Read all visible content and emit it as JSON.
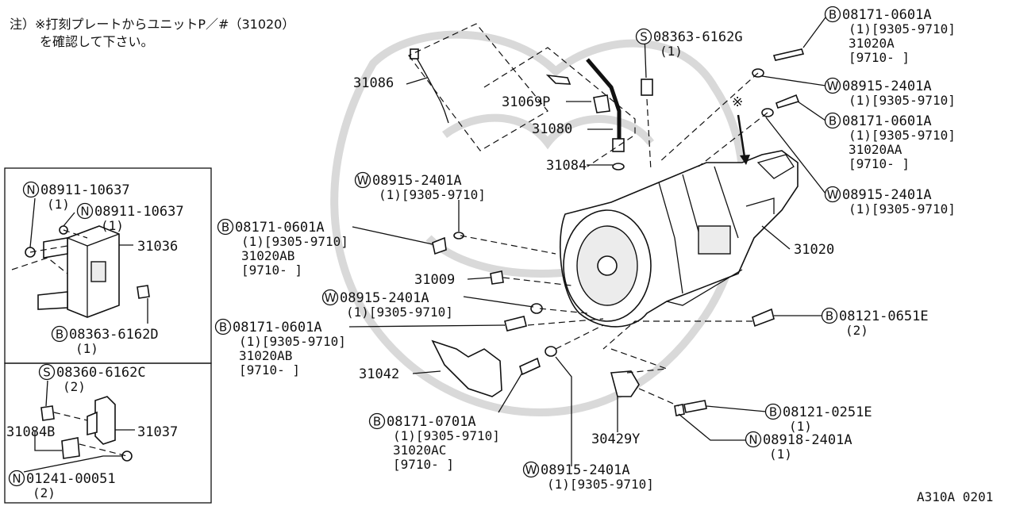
{
  "note": {
    "line1": "注）※打刻プレートからユニットP／#（31020）",
    "line2": "を確認して下さい。"
  },
  "footer_code": "A310A 0201",
  "callouts": [
    {
      "id": "c1",
      "prefix": "B",
      "lines": [
        "08171-0601A",
        "(1)[9305-9710]",
        "31020A",
        "[9710-      ]"
      ]
    },
    {
      "id": "c2",
      "prefix": "S",
      "lines": [
        "08363-6162G",
        "(1)"
      ]
    },
    {
      "id": "c3",
      "prefix": "",
      "lines": [
        "31086"
      ]
    },
    {
      "id": "c4",
      "prefix": "",
      "lines": [
        "31069P"
      ]
    },
    {
      "id": "c5",
      "prefix": "",
      "lines": [
        "31080"
      ]
    },
    {
      "id": "c6",
      "prefix": "",
      "lines": [
        "31084"
      ]
    },
    {
      "id": "c7",
      "prefix": "W",
      "lines": [
        "08915-2401A",
        "(1)[9305-9710]"
      ]
    },
    {
      "id": "c8",
      "prefix": "B",
      "lines": [
        "08171-0601A",
        "(1)[9305-9710]",
        "31020AA",
        "[9710-      ]"
      ]
    },
    {
      "id": "c9",
      "prefix": "W",
      "lines": [
        "08915-2401A",
        "(1)[9305-9710]"
      ]
    },
    {
      "id": "c10",
      "prefix": "W",
      "lines": [
        "08915-2401A",
        "(1)[9305-9710]"
      ]
    },
    {
      "id": "c11",
      "prefix": "B",
      "lines": [
        "08171-0601A",
        "(1)[9305-9710]",
        "31020AB",
        "[9710-      ]"
      ]
    },
    {
      "id": "c12",
      "prefix": "",
      "lines": [
        "31020"
      ]
    },
    {
      "id": "c13",
      "prefix": "",
      "lines": [
        "31009"
      ]
    },
    {
      "id": "c14",
      "prefix": "W",
      "lines": [
        "08915-2401A",
        "(1)[9305-9710]"
      ]
    },
    {
      "id": "c15",
      "prefix": "B",
      "lines": [
        "08171-0601A",
        "(1)[9305-9710]",
        "31020AB",
        "[9710-      ]"
      ]
    },
    {
      "id": "c16",
      "prefix": "B",
      "lines": [
        "08121-0651E",
        "(2)"
      ]
    },
    {
      "id": "c17",
      "prefix": "",
      "lines": [
        "31042"
      ]
    },
    {
      "id": "c18",
      "prefix": "B",
      "lines": [
        "08171-0701A",
        "(1)[9305-9710]",
        "31020AC",
        "[9710-      ]"
      ]
    },
    {
      "id": "c19",
      "prefix": "",
      "lines": [
        "30429Y"
      ]
    },
    {
      "id": "c20",
      "prefix": "B",
      "lines": [
        "08121-0251E",
        "(1)"
      ]
    },
    {
      "id": "c21",
      "prefix": "N",
      "lines": [
        "08918-2401A",
        "(1)"
      ]
    },
    {
      "id": "c22",
      "prefix": "W",
      "lines": [
        "08915-2401A",
        "(1)[9305-9710]"
      ]
    },
    {
      "id": "c23",
      "prefix": "N",
      "lines": [
        "08911-10637",
        "(1)"
      ]
    },
    {
      "id": "c24",
      "prefix": "N",
      "lines": [
        "08911-10637",
        "(1)"
      ]
    },
    {
      "id": "c25",
      "prefix": "",
      "lines": [
        "31036"
      ]
    },
    {
      "id": "c26",
      "prefix": "B",
      "lines": [
        "08363-6162D",
        "(1)"
      ]
    },
    {
      "id": "c27",
      "prefix": "S",
      "lines": [
        "08360-6162C",
        "(2)"
      ]
    },
    {
      "id": "c28",
      "prefix": "",
      "lines": [
        "31084B"
      ]
    },
    {
      "id": "c29",
      "prefix": "",
      "lines": [
        "31037"
      ]
    },
    {
      "id": "c30",
      "prefix": "N",
      "lines": [
        "01241-00051",
        "(2)"
      ]
    }
  ],
  "marker_symbol": "※"
}
